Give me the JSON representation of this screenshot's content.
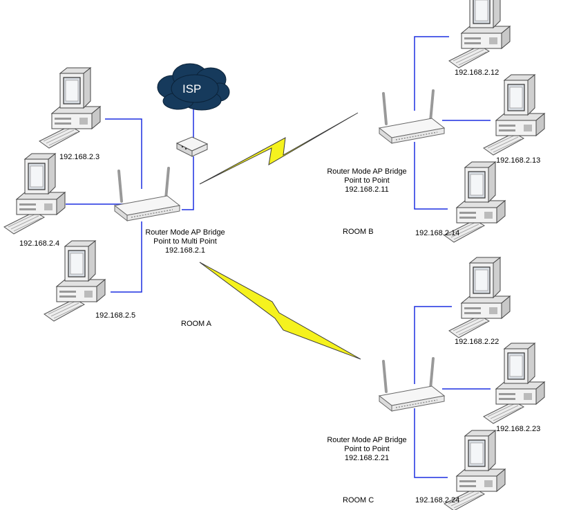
{
  "colors": {
    "link": "#1c2ee0",
    "cloud": "#163a5c",
    "wireless": "#f5f21e",
    "device_body": "#efefef",
    "screen": "#d8dde3"
  },
  "isp": {
    "label": "ISP"
  },
  "room_a": {
    "name": "ROOM A",
    "router": {
      "mode": "Router Mode AP Bridge",
      "topology": "Point to Multi Point",
      "ip": "192.168.2.1"
    },
    "computers": [
      {
        "ip": "192.168.2.3"
      },
      {
        "ip": "192.168.2.4"
      },
      {
        "ip": "192.168.2.5"
      }
    ]
  },
  "room_b": {
    "name": "ROOM B",
    "router": {
      "mode": "Router Mode AP Bridge",
      "topology": "Point to Point",
      "ip": "192.168.2.11"
    },
    "computers": [
      {
        "ip": "192.168.2.12"
      },
      {
        "ip": "192.168.2.13"
      },
      {
        "ip": "192.168.2.14"
      }
    ]
  },
  "room_c": {
    "name": "ROOM C",
    "router": {
      "mode": "Router Mode AP Bridge",
      "topology": "Point to Point",
      "ip": "192.168.2.21"
    },
    "computers": [
      {
        "ip": "192.168.2.22"
      },
      {
        "ip": "192.168.2.23"
      },
      {
        "ip": "192.168.2.24"
      }
    ]
  }
}
